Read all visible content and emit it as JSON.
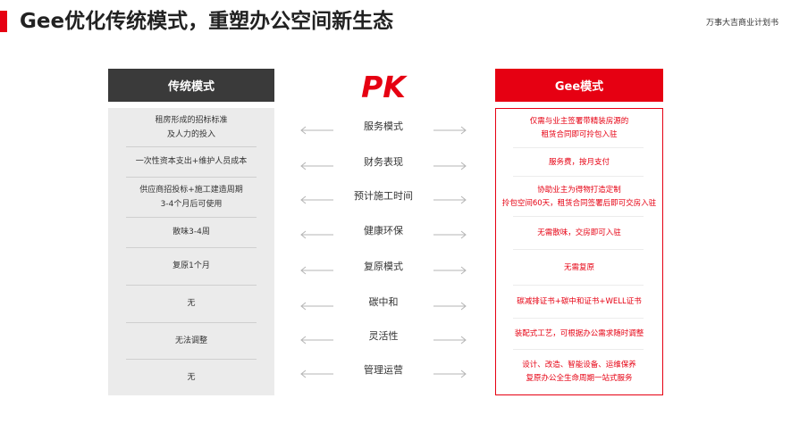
{
  "header": {
    "title": "Gee优化传统模式，重塑办公空间新生态",
    "brand": "万事大吉商业计划书"
  },
  "colors": {
    "accent": "#e60012",
    "dark_header": "#3a3a3a",
    "panel_gray": "#ebebeb"
  },
  "pk_label": "PK",
  "traditional": {
    "title": "传统模式",
    "items": [
      [
        "租房形成的招标标准",
        "及人力的投入"
      ],
      [
        "一次性资本支出+维护人员成本"
      ],
      [
        "供应商招投标+施工建造周期",
        "3-4个月后可使用"
      ],
      [
        "散味3-4周"
      ],
      [
        "复原1个月"
      ],
      [
        "无"
      ],
      [
        "无法调整"
      ],
      [
        "无"
      ]
    ]
  },
  "compare": {
    "items": [
      "服务模式",
      "财务表现",
      "预计施工时间",
      "健康环保",
      "复原模式",
      "碳中和",
      "灵活性",
      "管理运营"
    ],
    "arrow_icon": "double-arrow-icon"
  },
  "gee": {
    "title": "Gee模式",
    "items": [
      [
        "仅需与业主签署带精装房源的",
        "租赁合同即可拎包入驻"
      ],
      [
        "服务费，按月支付"
      ],
      [
        "协助业主为得物打造定制",
        "拎包空间60天，租赁合同签署后即可交房入驻"
      ],
      [
        "无需散味，交房即可入驻"
      ],
      [
        "无需复原"
      ],
      [
        "碳减排证书+碳中和证书+WELL证书"
      ],
      [
        "装配式工艺，可根据办公需求随时调整"
      ],
      [
        "设计、改造、智能设备、运维保养",
        "复原办公全生命周期一站式服务"
      ]
    ]
  }
}
